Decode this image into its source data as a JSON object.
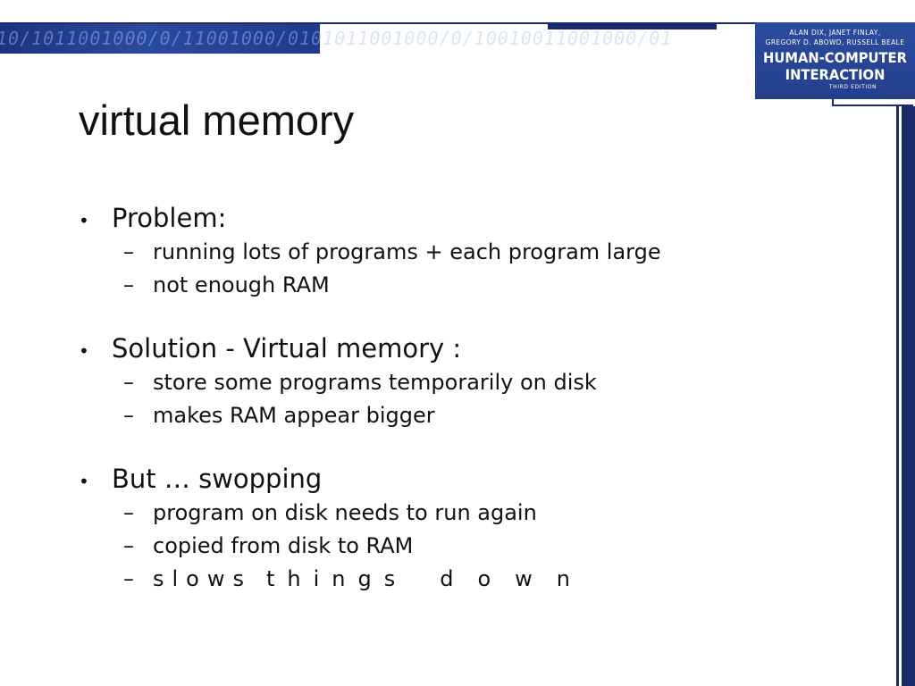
{
  "header": {
    "banner_bits": "10/1011001000/0/11001000/0101011001000/0/10010011001000/01",
    "book": {
      "authors": "ALAN DIX, JANET FINLAY,\nGREGORY D. ABOWD, RUSSELL BEALE",
      "title": "HUMAN-COMPUTER\nINTERACTION",
      "edition": "THIRD EDITION"
    },
    "accent_color": "#1b2a6b"
  },
  "slide": {
    "title": "virtual memory",
    "bullets": [
      {
        "text": "Problem:",
        "subs": [
          "running lots of programs + each program large",
          "not enough RAM"
        ]
      },
      {
        "text": "Solution - Virtual memory :",
        "subs": [
          "store some programs temporarily on disk",
          "makes RAM appear bigger"
        ]
      },
      {
        "text": "But … swopping",
        "subs": [
          "program on disk needs to run again",
          "copied from disk to RAM"
        ],
        "spaced_sub": {
          "w1": "slows",
          "w2": "things",
          "w3": "down"
        }
      }
    ],
    "bullet_glyph": "•",
    "sub_glyph": "–"
  }
}
